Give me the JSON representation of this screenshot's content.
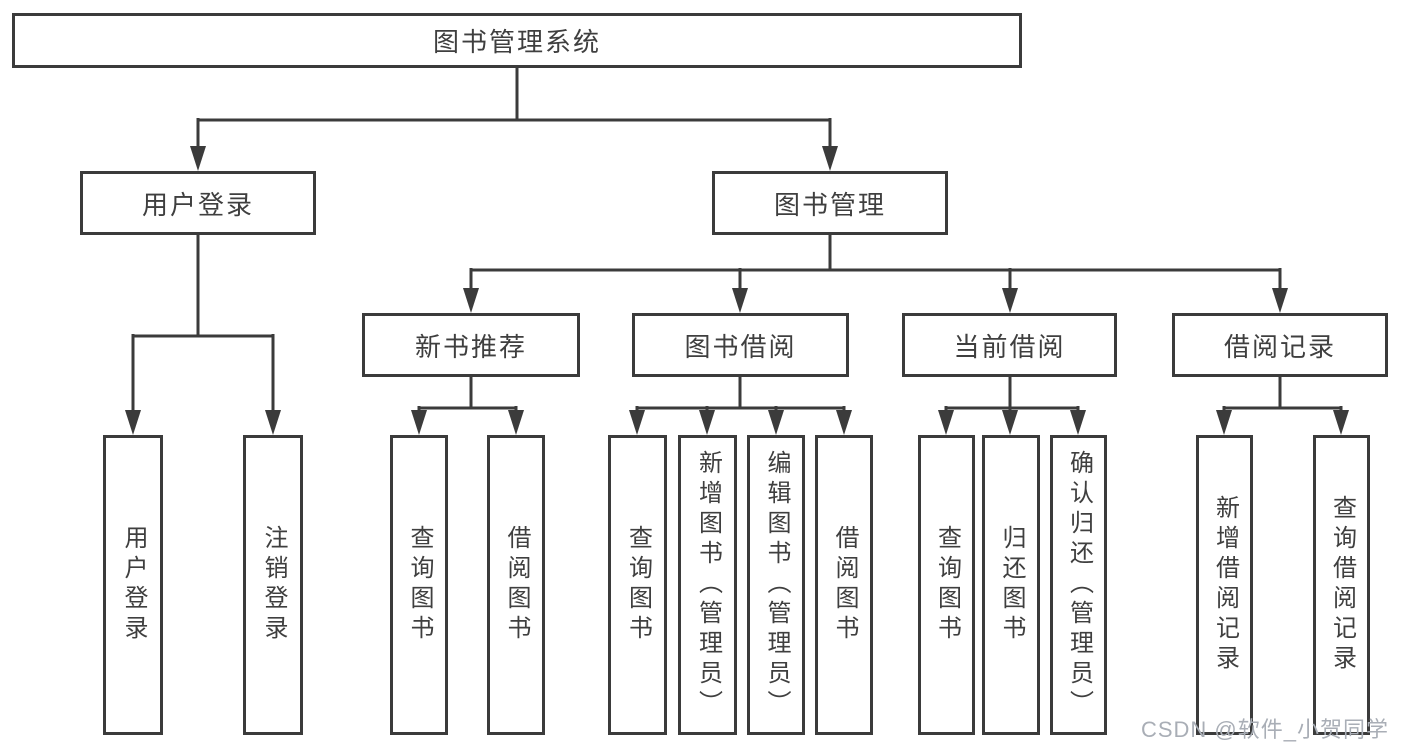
{
  "diagram": {
    "root": {
      "label": "图书管理系统"
    },
    "branches": [
      {
        "label": "用户登录",
        "children": [
          {
            "label": "用户登录"
          },
          {
            "label": "注销登录"
          }
        ]
      },
      {
        "label": "图书管理",
        "children": [
          {
            "label": "新书推荐",
            "children": [
              {
                "label": "查询图书"
              },
              {
                "label": "借阅图书"
              }
            ]
          },
          {
            "label": "图书借阅",
            "children": [
              {
                "label": "查询图书"
              },
              {
                "label": "新增图书（管理员）"
              },
              {
                "label": "编辑图书（管理员）"
              },
              {
                "label": "借阅图书"
              }
            ]
          },
          {
            "label": "当前借阅",
            "children": [
              {
                "label": "查询图书"
              },
              {
                "label": "归还图书"
              },
              {
                "label": "确认归还（管理员）"
              }
            ]
          },
          {
            "label": "借阅记录",
            "children": [
              {
                "label": "新增借阅记录"
              },
              {
                "label": "查询借阅记录"
              }
            ]
          }
        ]
      }
    ]
  },
  "watermark": {
    "text": "CSDN @软件_小贺同学"
  },
  "colors": {
    "line": "#3b3b3b",
    "box_border": "#3b3b3b",
    "text": "#3f3f3f",
    "background": "#ffffff",
    "watermark": "#a9aeb6"
  }
}
